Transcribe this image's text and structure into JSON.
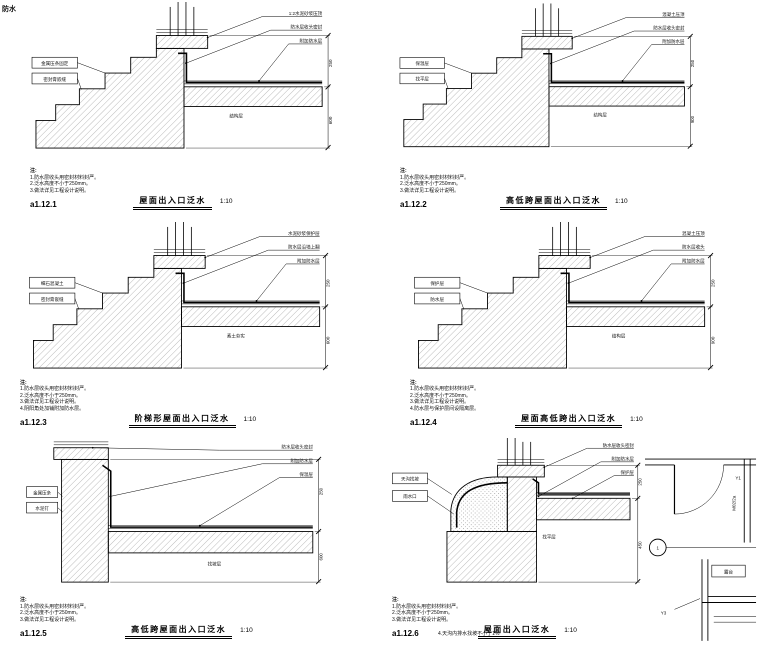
{
  "sheet": {
    "side_label": "防水"
  },
  "details": [
    {
      "id": "a1.12.1",
      "title": "屋面出入口泛水",
      "scale": "1:10",
      "notes_title": "注:",
      "notes": [
        "1.防水层收头用密封材料封严。",
        "2.泛水高度不小于250mm。",
        "3.做法详见工程设计说明。"
      ],
      "ann": {
        "r1": "1:2水泥砂浆压顶",
        "r2": "防水层收头密封",
        "r3": "附加防水层",
        "l1": "金属压条固定",
        "l2": "密封膏嵌缝",
        "b1": "结构层"
      },
      "dims": {
        "v1": "250",
        "v2": "600"
      }
    },
    {
      "id": "a1.12.2",
      "title": "高低跨屋面出入口泛水",
      "scale": "1:10",
      "notes_title": "注:",
      "notes": [
        "1.防水层收头用密封材料封严。",
        "2.泛水高度不小于250mm。",
        "3.做法详见工程设计说明。"
      ],
      "ann": {
        "r1": "混凝土压顶",
        "r2": "防水层收头密封",
        "r3": "附加防水层",
        "l1": "保温层",
        "l2": "找平层",
        "b1": "结构层"
      },
      "dims": {
        "v1": "250",
        "v2": "900"
      }
    },
    {
      "id": "a1.12.3",
      "title": "阶梯形屋面出入口泛水",
      "scale": "1:10",
      "notes_title": "注:",
      "notes": [
        "1.防水层收头用密封材料封严。",
        "2.泛水高度不小于250mm。",
        "3.做法详见工程设计说明。",
        "4.阴阳角处加铺附加防水层。"
      ],
      "ann": {
        "r1": "水泥砂浆保护层",
        "r2": "防水层沿墙上翻",
        "r3": "附加防水层",
        "l1": "细石混凝土",
        "l2": "密封膏嵌缝",
        "b1": "素土夯实"
      },
      "dims": {
        "v1": "250",
        "v2": "600"
      }
    },
    {
      "id": "a1.12.4",
      "title": "屋面高低跨出入口泛水",
      "scale": "1:10",
      "notes_title": "注:",
      "notes": [
        "1.防水层收头用密封材料封严。",
        "2.泛水高度不小于250mm。",
        "3.做法详见工程设计说明。",
        "4.防水层与保护层间设隔离层。"
      ],
      "ann": {
        "r1": "混凝土压顶",
        "r2": "防水层收头",
        "r3": "附加防水层",
        "l1": "保护层",
        "l2": "防水层",
        "b1": "结构层"
      },
      "dims": {
        "v1": "250",
        "v2": "900"
      }
    },
    {
      "id": "a1.12.5",
      "title": "高低跨屋面出入口泛水",
      "scale": "1:10",
      "notes_title": "注:",
      "notes": [
        "1.防水层收头用密封材料封严。",
        "2.泛水高度不小于250mm。",
        "3.做法详见工程设计说明。"
      ],
      "ann": {
        "r1": "防水层收头密封",
        "r2": "附加防水层",
        "r3": "保温层",
        "l1": "金属压条",
        "l2": "水泥钉",
        "b1": "找坡层"
      },
      "dims": {
        "v1": "250",
        "v2": "600"
      }
    },
    {
      "id": "a1.12.6",
      "title": "屋面出入口泛水",
      "scale": "1:10",
      "notes_title": "注:",
      "extra": "4.天沟内排水找坡不小于1%",
      "notes": [
        "1.防水层收头用密封材料封严。",
        "2.泛水高度不小于250mm。",
        "3.做法详见工程设计说明。"
      ],
      "ann": {
        "r1": "防水层收头密封",
        "r2": "附加防水层",
        "r3": "保护层",
        "l1": "天沟找坡",
        "l2": "雨水口",
        "b1": "找平层"
      },
      "dims": {
        "v1": "250",
        "v2": "450"
      }
    }
  ],
  "plan": {
    "y1": "Y1",
    "y3": "Y3",
    "bubble": "1",
    "room": "露台",
    "door": "M02/2a"
  }
}
